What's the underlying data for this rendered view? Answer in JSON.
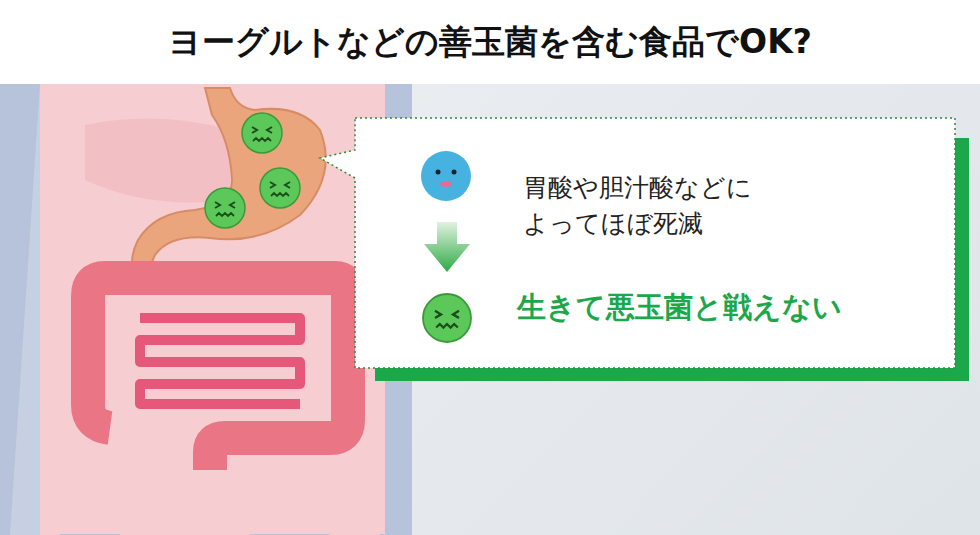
{
  "diagram": {
    "title": "ヨーグルトなどの善玉菌を含む食品でOK?",
    "nodes": [
      {
        "text": [
          "胃酸や胆汁酸などによってほぼ死滅",
          "生きて悪玉菌と戦えない"
        ]
      }
    ]
  }
}
